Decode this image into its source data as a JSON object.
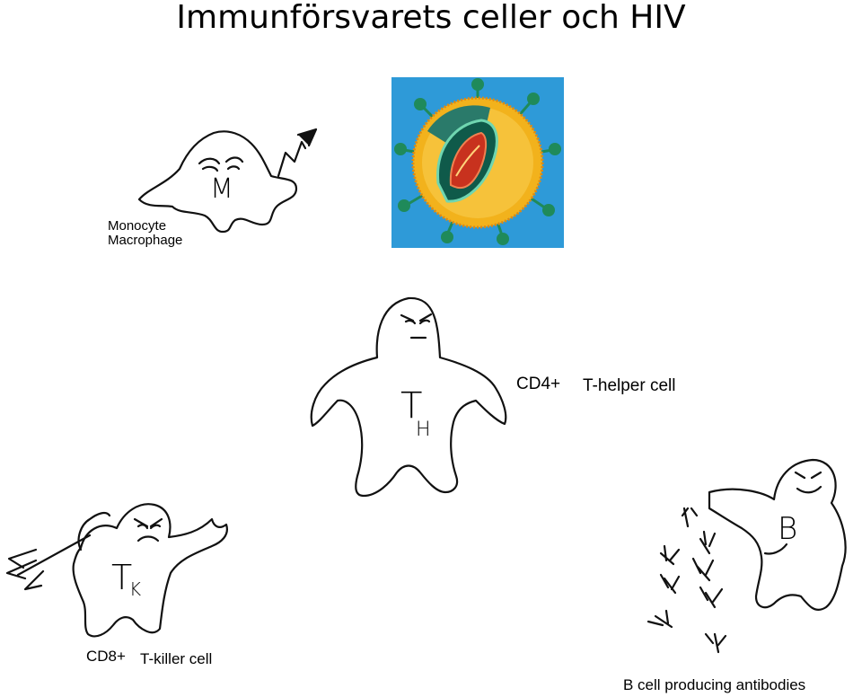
{
  "title": "Immunförsvarets celler och HIV",
  "cells": {
    "macrophage": {
      "line1": "Monocyte",
      "line2": "Macrophage",
      "glyph": "M"
    },
    "helper": {
      "marker": "CD4+",
      "name": "T-helper cell",
      "glyph_main": "T",
      "glyph_sub": "H"
    },
    "killer": {
      "marker": "CD8+",
      "name": "T-killer cell",
      "glyph_main": "T",
      "glyph_sub": "K"
    },
    "bcell": {
      "name": "B cell producing antibodies",
      "glyph": "B"
    }
  },
  "colors": {
    "background": "#ffffff",
    "virus_backdrop": "#2e9ad8",
    "virus_envelope": "#f2b21c",
    "virus_spikes": "#1f8a5a",
    "virus_core": "#c8321e"
  }
}
